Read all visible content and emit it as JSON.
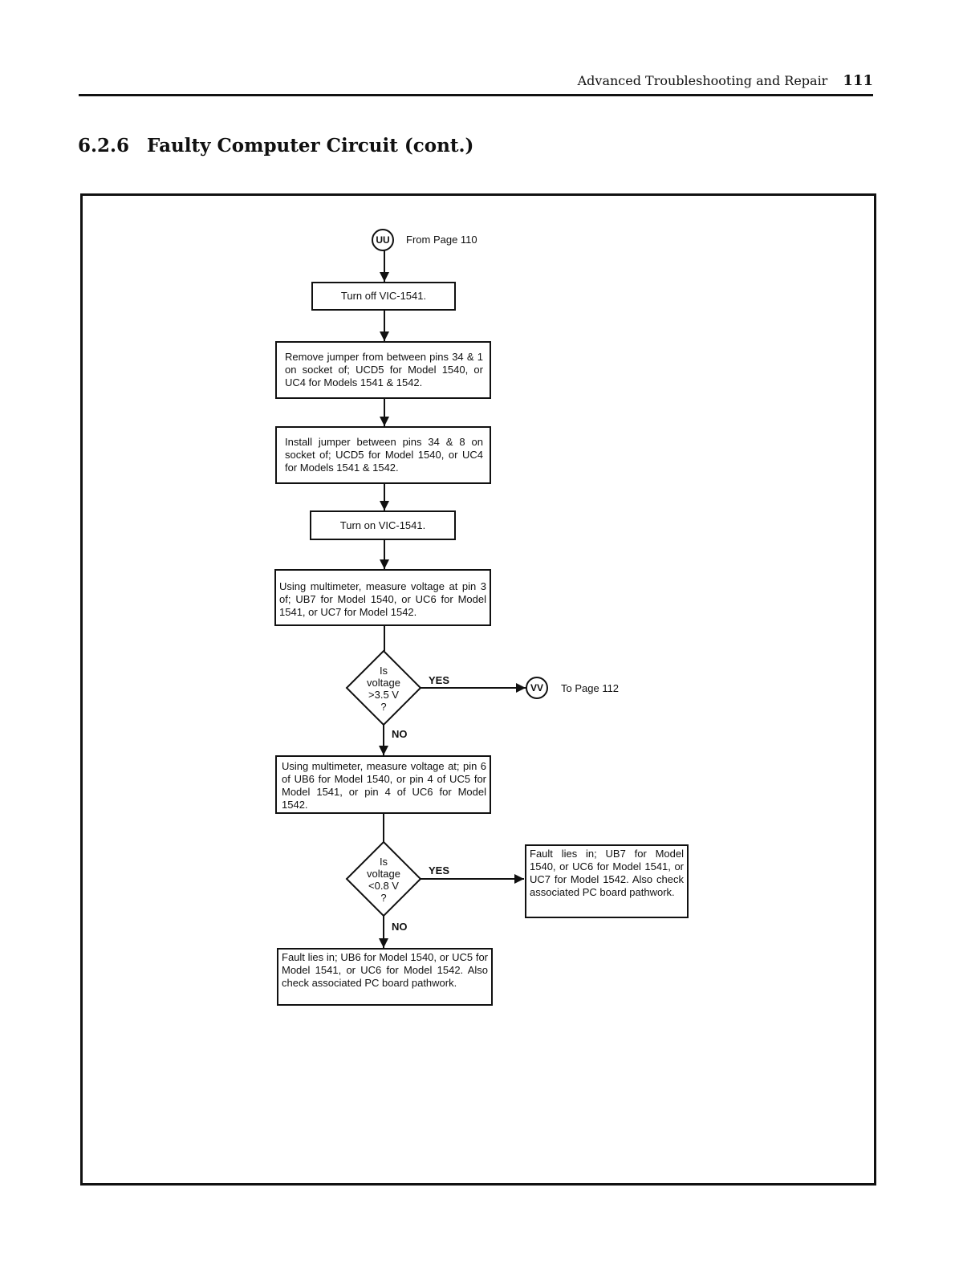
{
  "header": {
    "running_title": "Advanced Troubleshooting and Repair",
    "page_number": "111"
  },
  "section": {
    "number": "6.2.6",
    "title": "Faulty Computer Circuit (cont.)"
  },
  "flowchart": {
    "start_connector": {
      "label": "UU",
      "note": "From Page 110"
    },
    "steps": [
      "Turn off VIC-1541.",
      "Remove jumper from between pins 34 & 1 on socket of; UCD5 for Model 1540, or UC4 for Models 1541 & 1542.",
      "Install jumper between pins 34 & 8 on socket of; UCD5 for Model 1540, or UC4 for Models 1541 & 1542.",
      "Turn on VIC-1541.",
      "Using multimeter, measure voltage at pin 3 of; UB7 for Model 1540, or UC6 for Model 1541, or UC7 for Model 1542."
    ],
    "decision1": {
      "lines": [
        "Is",
        "voltage",
        ">3.5 V",
        "?"
      ],
      "yes": "YES",
      "no": "NO",
      "yes_connector": {
        "label": "VV",
        "note": "To Page 112"
      }
    },
    "step_after_no1": "Using multimeter, measure voltage at; pin 6 of UB6 for Model 1540, or pin 4 of UC5 for Model 1541, or pin 4 of UC6 for Model 1542.",
    "decision2": {
      "lines": [
        "Is",
        "voltage",
        "<0.8 V",
        "?"
      ],
      "yes": "YES",
      "no": "NO"
    },
    "fault_yes": "Fault lies in; UB7 for Model 1540, or UC6 for Model 1541, or UC7 for Model 1542. Also check associated PC board pathwork.",
    "fault_no": "Fault lies in; UB6 for Model 1540, or UC5 for Model 1541, or UC6 for Model 1542. Also check associated PC board pathwork."
  }
}
